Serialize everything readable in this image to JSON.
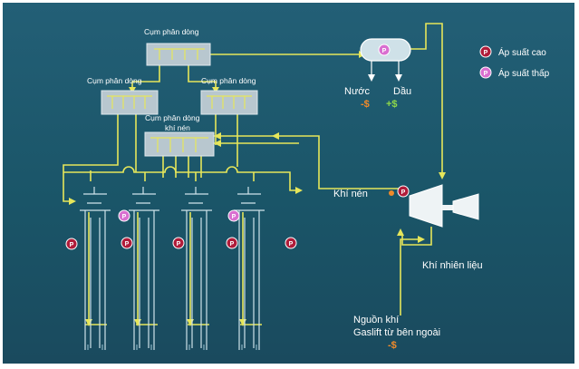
{
  "diagram": {
    "manifolds": {
      "top": "Cụm phân dòng",
      "left": "Cụm phân dòng",
      "right": "Cụm phân dòng",
      "gas_line1": "Cụm phân dòng",
      "gas_line2": "khí nén"
    },
    "separator": {
      "water": "Nước",
      "oil": "Dầu",
      "water_value": "-$",
      "oil_value": "+$"
    },
    "compressor": {
      "compressed_gas": "Khí nén",
      "fuel_gas": "Khí nhiên liệu"
    },
    "source": {
      "line1": "Nguồn khí",
      "line2": "Gaslift từ bên ngoài",
      "value": "-$"
    },
    "legend": {
      "high": "Áp suất cao",
      "low": "Áp suất thấp",
      "badge": "P"
    },
    "colors": {
      "background": "#1d5c73",
      "flow": "#e8e85a",
      "pipe": "#cfe6ee",
      "manifold": "#b8c7cf",
      "high_pressure": "#b01c3a",
      "low_pressure": "#d96fd0",
      "money": "#f08a2a"
    }
  }
}
